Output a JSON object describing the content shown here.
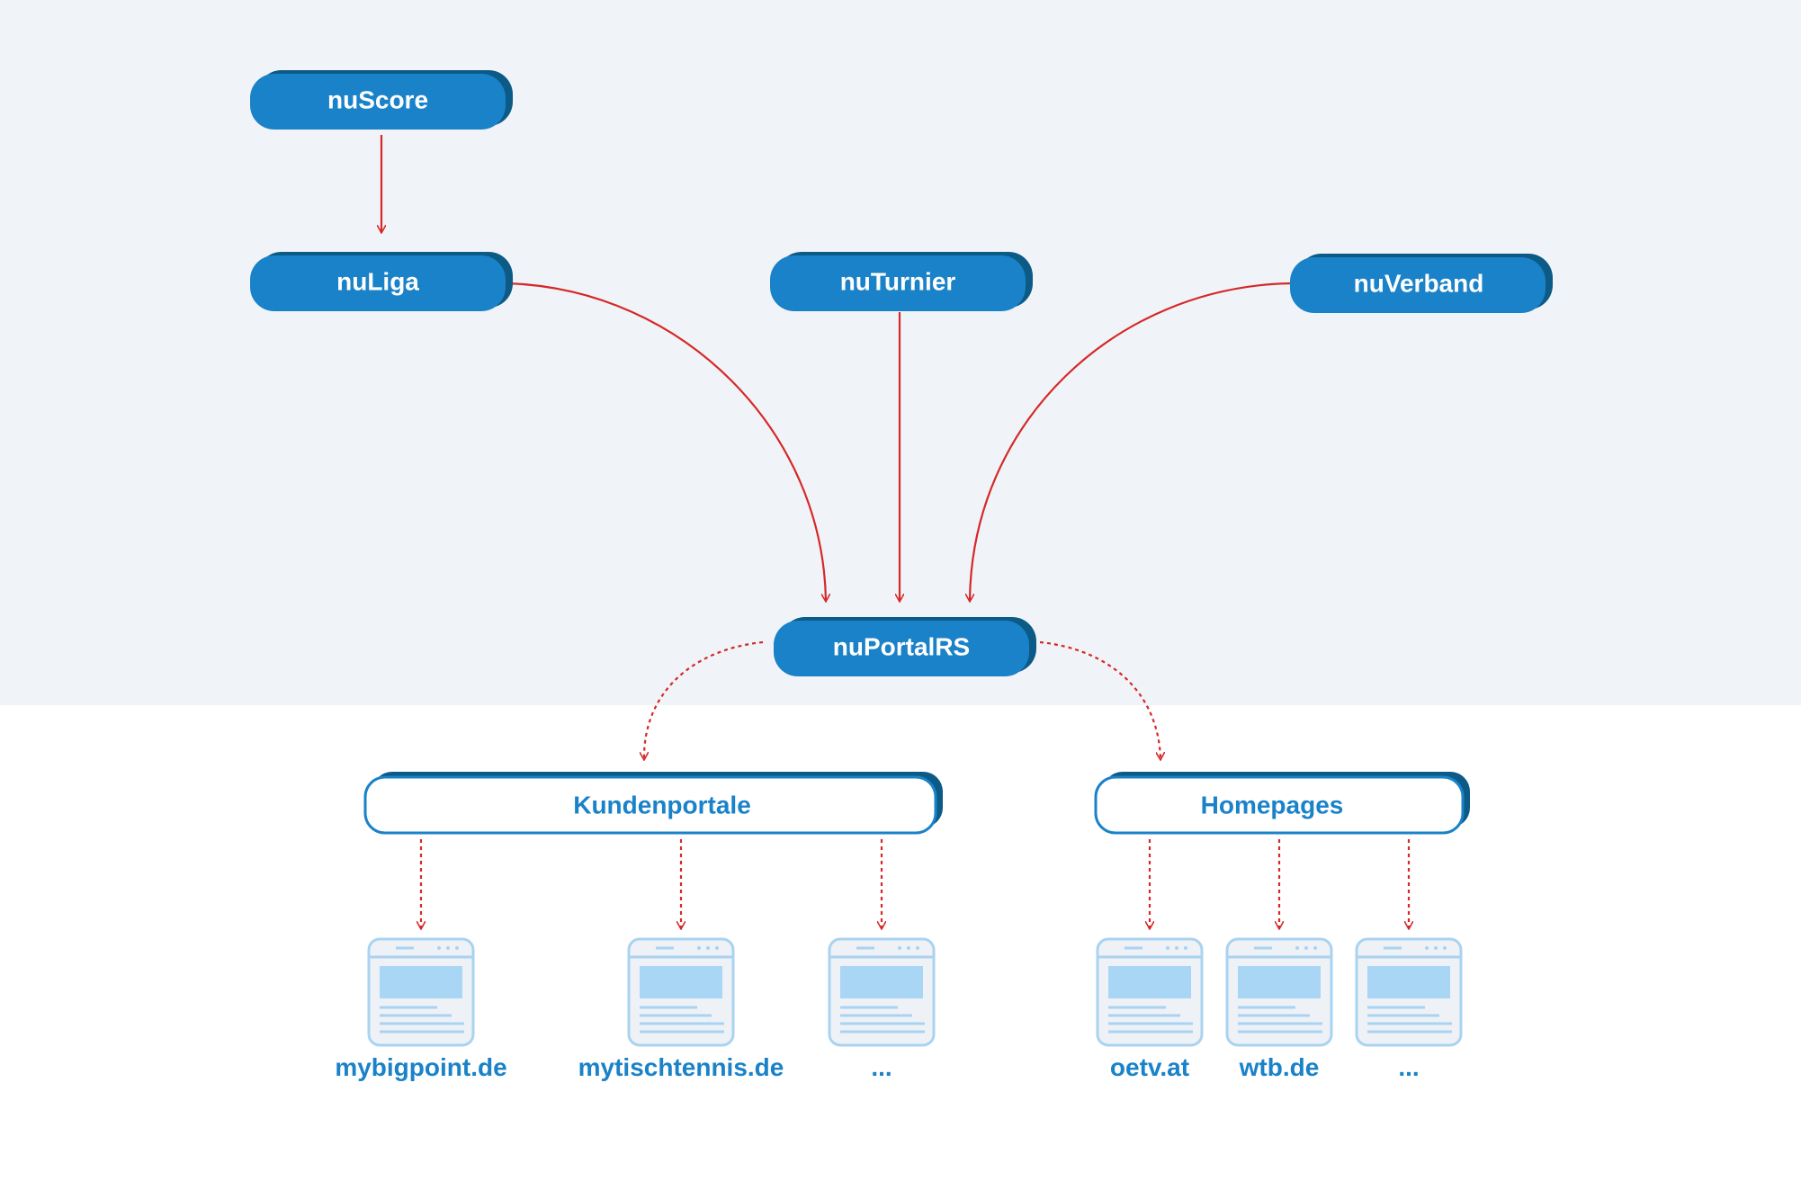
{
  "nodes": {
    "nuscore": "nuScore",
    "nuliga": "nuLiga",
    "nuturnier": "nuTurnier",
    "nuverband": "nuVerband",
    "nuportalrs": "nuPortalRS"
  },
  "groups": {
    "kundenportale": "Kundenportale",
    "homepages": "Homepages"
  },
  "sites": {
    "kundenportale": [
      "mybigpoint.de",
      "mytischtennis.de",
      "..."
    ],
    "homepages": [
      "oetv.at",
      "wtb.de",
      "..."
    ]
  },
  "colors": {
    "node_fill": "#1a82c8",
    "node_shadow": "#0c5a86",
    "arrow": "#d62828",
    "background_top": "#f0f4f8",
    "icon_border": "#a9d3f0",
    "icon_block": "#a9d6f5"
  }
}
